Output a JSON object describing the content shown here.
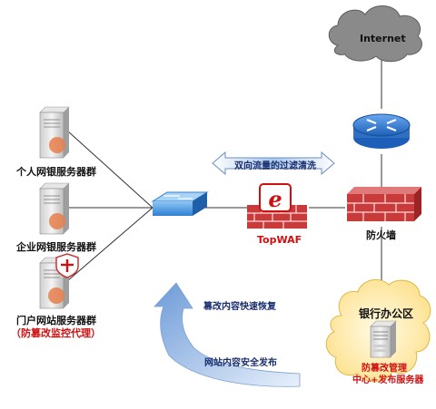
{
  "internet": {
    "label": "Internet"
  },
  "servers": [
    {
      "label": "个人网银服务器群",
      "icon": "server-icon"
    },
    {
      "label": "企业网银服务器群",
      "icon": "server-icon"
    },
    {
      "label": "门户网站服务器群",
      "sublabel": "（防篡改监控代理）",
      "icon": "server-shield-icon"
    }
  ],
  "switch": {
    "icon": "switch-icon"
  },
  "waf": {
    "label": "TopWAF",
    "icon": "waf-icon"
  },
  "firewall": {
    "label": "防火墙",
    "icon": "firewall-icon"
  },
  "router": {
    "icon": "router-icon"
  },
  "traffic": {
    "label": "双向流量的过滤清洗"
  },
  "office": {
    "label": "银行办公区",
    "center_line1": "防篡改管理",
    "center_line2": "中心+发布服务器"
  },
  "flows": {
    "recover": "篡改内容快速恢复",
    "publish": "网站内容安全发布"
  },
  "colors": {
    "cloud": "#8a8a8a",
    "router": "#2a6fc9",
    "switch": "#3a8ee0",
    "wall": "#c93a3a",
    "office": "#fde79a",
    "arrow": "#7fa7dc",
    "waf_red": "#d01010"
  }
}
